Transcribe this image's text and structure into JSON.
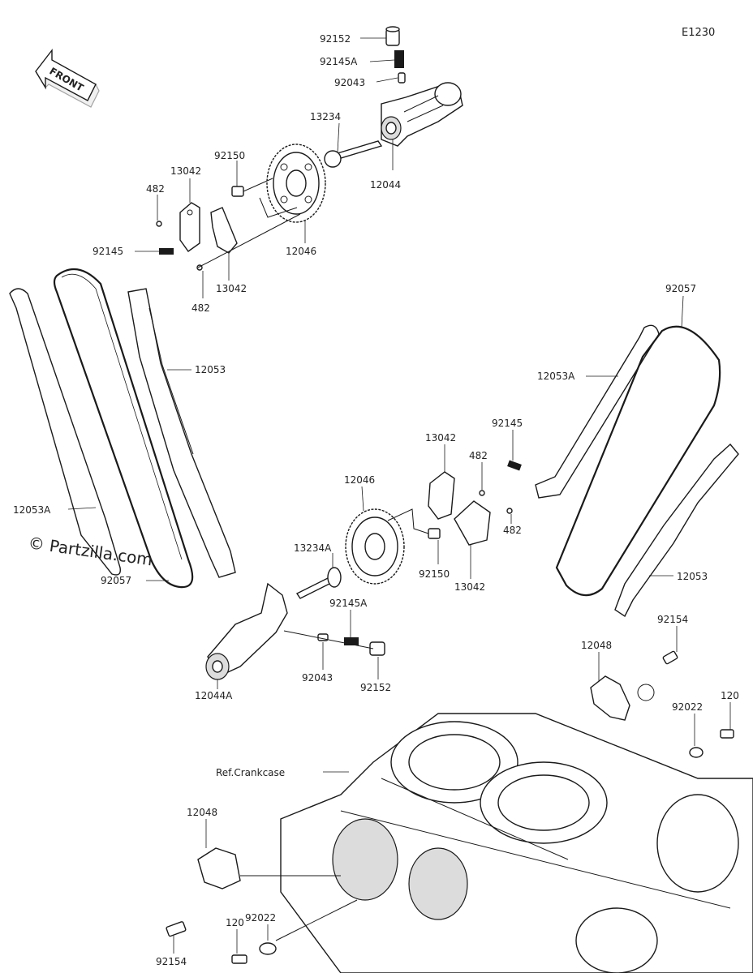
{
  "diagram_code": "E1230",
  "front_arrow_label": "FRONT",
  "watermark": "© Partzilla.com",
  "ref_label": "Ref.Crankcase",
  "parts": {
    "p92152_top": "92152",
    "p92145A_top": "92145A",
    "p92043_top": "92043",
    "p13234": "13234",
    "p12044": "12044",
    "p92150_top": "92150",
    "p13042_top_a": "13042",
    "p482_top_a": "482",
    "p92145_top": "92145",
    "p12046_top": "12046",
    "p13042_top_b": "13042",
    "p482_top_b": "482",
    "p12053_left": "12053",
    "p12053A_left": "12053A",
    "p92057_left": "92057",
    "p92057_right": "92057",
    "p12053A_right": "12053A",
    "p92145_mid": "92145",
    "p13042_mid_a": "13042",
    "p482_mid_a": "482",
    "p482_mid_b": "482",
    "p12046_mid": "12046",
    "p92150_mid": "92150",
    "p13042_mid_b": "13042",
    "p12053_right": "12053",
    "p13234A": "13234A",
    "p92145A_mid": "92145A",
    "p12044A": "12044A",
    "p92043_mid": "92043",
    "p92152_mid": "92152",
    "p92154_right": "92154",
    "p12048_right": "12048",
    "p92022_right": "92022",
    "p120_right": "120",
    "p12048_left": "12048",
    "p92022_left": "92022",
    "p120_left": "120",
    "p92154_left": "92154"
  },
  "colors": {
    "ink": "#1a1a1a",
    "background": "#ffffff",
    "shade": "#dcdcdc"
  }
}
